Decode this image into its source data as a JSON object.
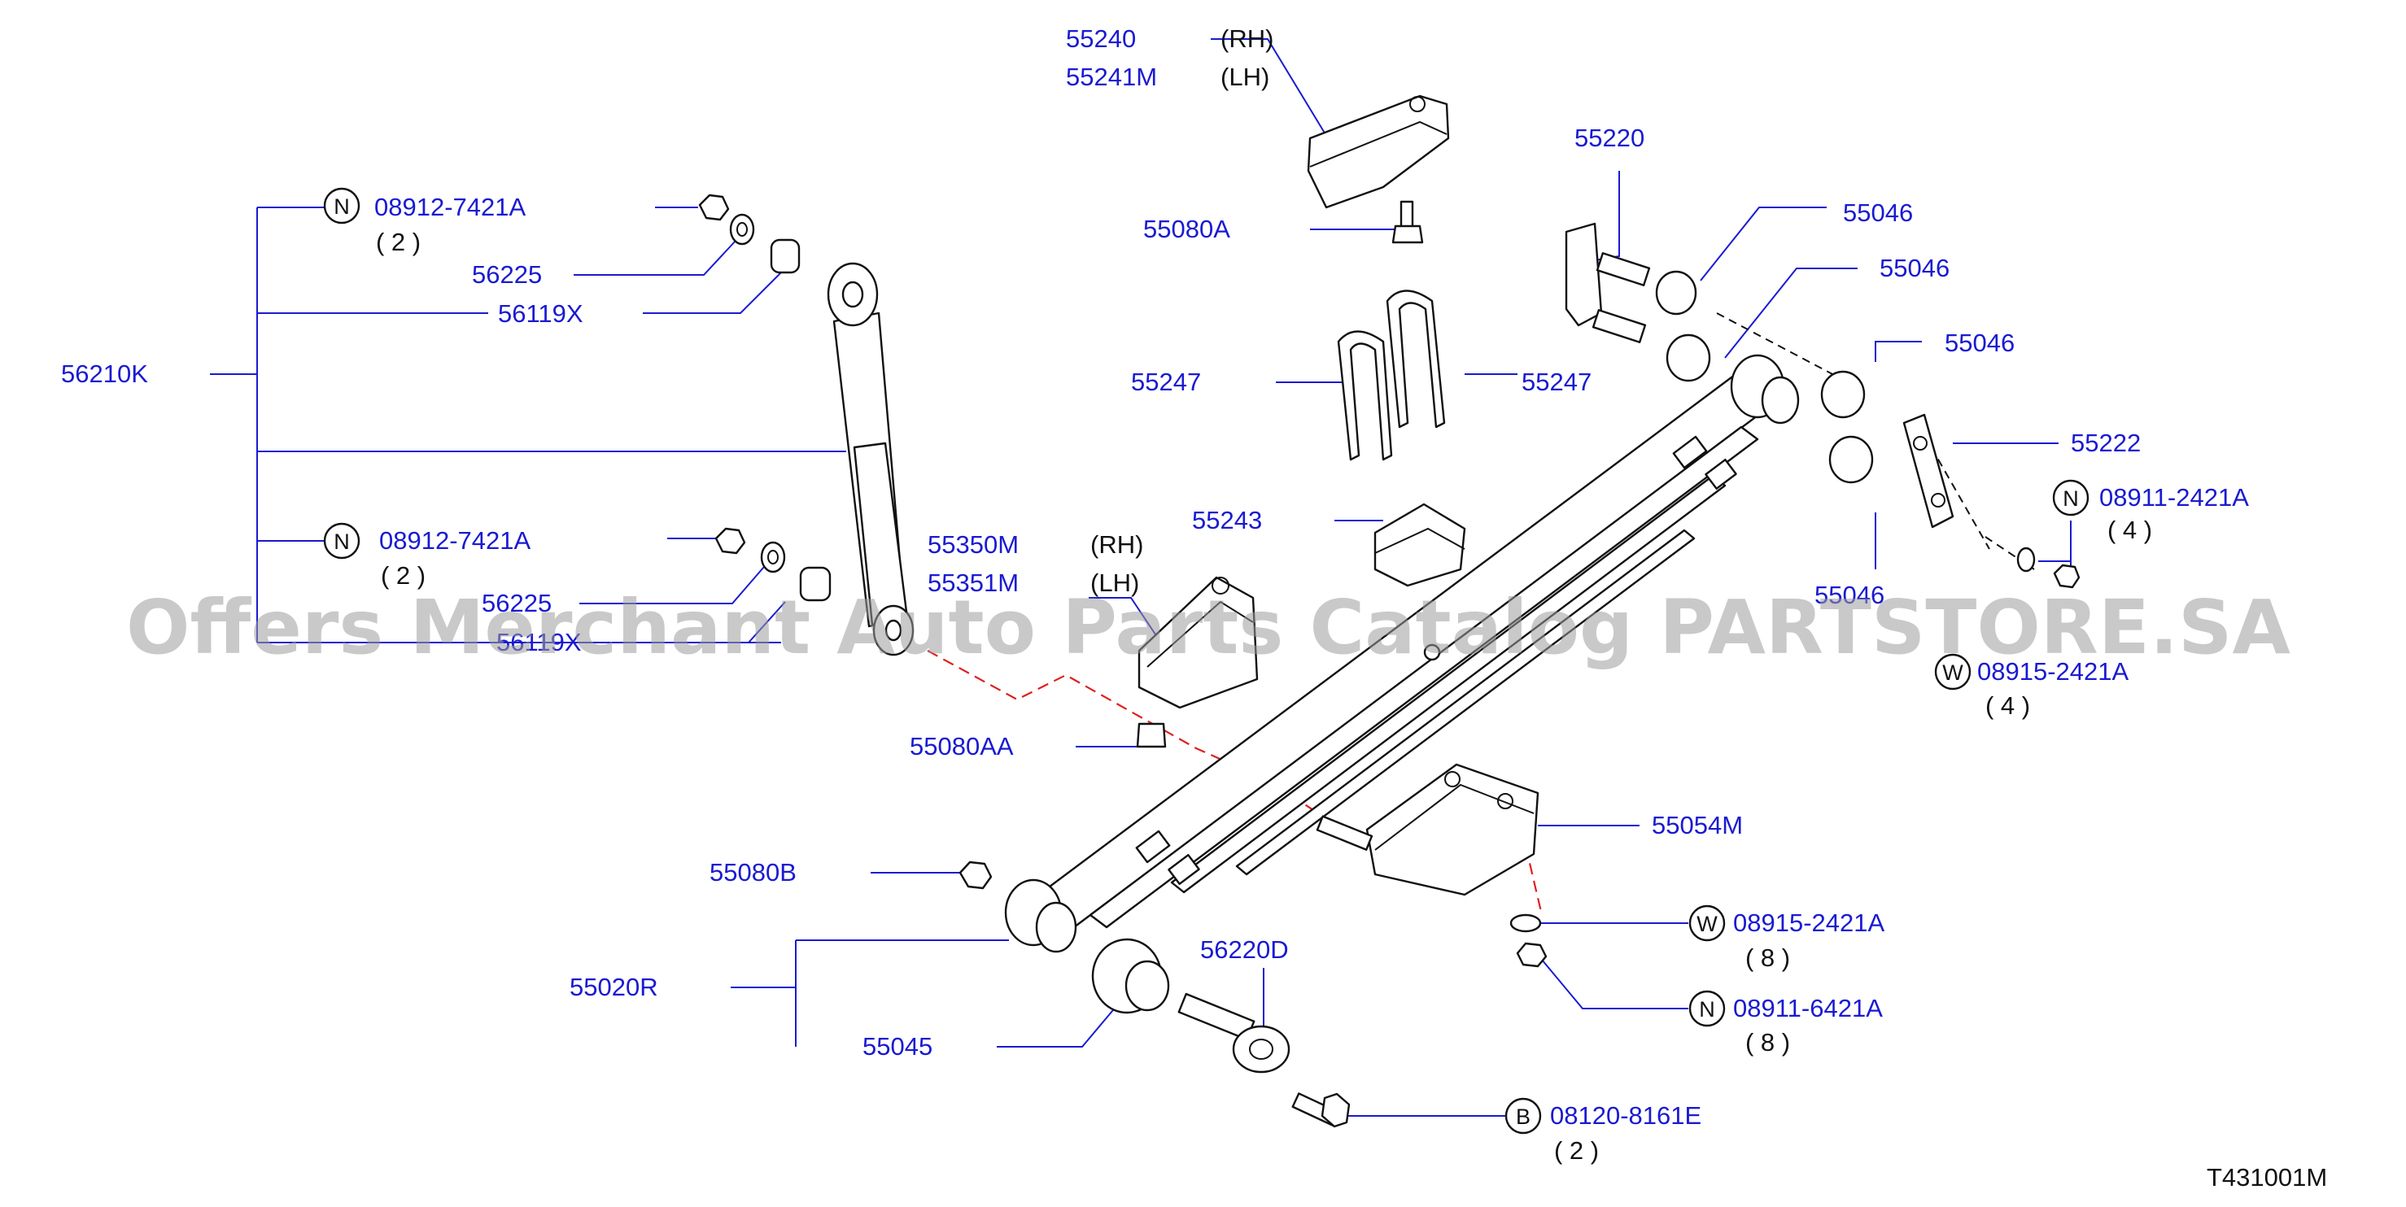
{
  "labels": {
    "p55240": "55240",
    "p55240_side": "(RH)",
    "p55241m": "55241M",
    "p55241m_side": "(LH)",
    "p55080a": "55080A",
    "p55220": "55220",
    "p55046_a": "55046",
    "p55046_b": "55046",
    "p55046_c": "55046",
    "p55046_d": "55046",
    "p55222": "55222",
    "p55247_left": "55247",
    "p55247_right": "55247",
    "p55243": "55243",
    "p55350m": "55350M",
    "p55350m_side": "(RH)",
    "p55351m": "55351M",
    "p55351m_side": "(LH)",
    "p55080aa": "55080AA",
    "p56210k": "56210K",
    "p08912_a": "08912-7421A",
    "p08912_a_qty": "( 2 )",
    "p56225_a": "56225",
    "p56119x_a": "56119X",
    "p08912_b": "08912-7421A",
    "p08912_b_qty": "( 2 )",
    "p56225_b": "56225",
    "p56119x_b": "56119X",
    "p55080b": "55080B",
    "p55020r": "55020R",
    "p55045": "55045",
    "p56220d": "56220D",
    "p55054m": "55054M",
    "p08915_a": "08915-2421A",
    "p08915_a_qty": "( 8 )",
    "p08911_a": "08911-6421A",
    "p08911_a_qty": "( 8 )",
    "p08120": "08120-8161E",
    "p08120_qty": "( 2 )",
    "p08911_b": "08911-2421A",
    "p08911_b_qty": "( 4 )",
    "p08915_b": "08915-2421A",
    "p08915_b_qty": "( 4 )",
    "diagram_code": "T431001M"
  },
  "badges": {
    "nut": "N",
    "washer": "W",
    "bolt": "B"
  },
  "watermark": "Offers Merchant Auto Parts Catalog PARTSTORE.SA",
  "colors": {
    "label_blue": "#1a1ad2",
    "outline": "#111111",
    "dashed_red": "#e02020",
    "watermark_gray": "#9c9c9c"
  }
}
